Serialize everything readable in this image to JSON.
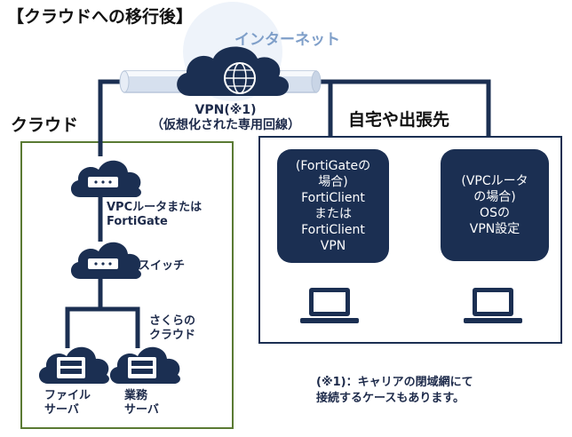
{
  "title": "【クラウドへの移行後】",
  "internet_label": "インターネット",
  "cloud_section_label": "クラウド",
  "remote_section_label": "自宅や出張先",
  "vpn_label": {
    "line1": "VPN(※1)",
    "line2": "（仮想化された専用回線）"
  },
  "cloud_devices": {
    "router_label_line1": "VPCルータまたは",
    "router_label_line2": "FortiGate",
    "switch_label": "スイッチ",
    "sakura_label_line1": "さくらの",
    "sakura_label_line2": "クラウド",
    "file_server_line1": "ファイル",
    "file_server_line2": "サーバ",
    "business_server_line1": "業務",
    "business_server_line2": "サーバ"
  },
  "clients": [
    {
      "lines": [
        "(FortiGateの",
        "場合)",
        "FortiClient",
        "または",
        "FortiClient",
        "VPN"
      ]
    },
    {
      "lines": [
        "(VPCルータ",
        "の場合)",
        "OSの",
        "VPN設定"
      ]
    }
  ],
  "note": {
    "line1": "(※1)：キャリアの閉域網にて",
    "line2": "接続するケースもあります。"
  },
  "colors": {
    "navy": "#1b2f52",
    "cloud_box_border": "#5a7a33",
    "remote_box_border": "#1b2f52",
    "internet_label": "#7f9fc9"
  }
}
